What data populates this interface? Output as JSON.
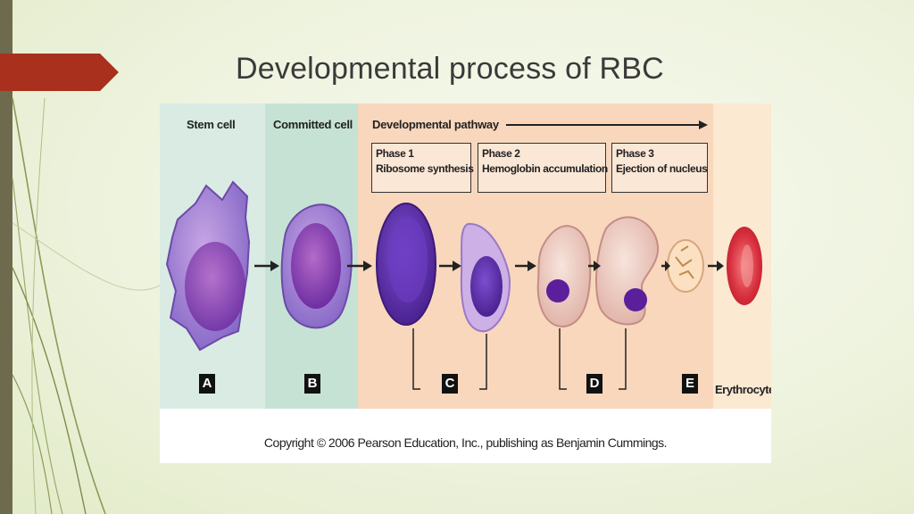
{
  "slide": {
    "title": "Developmental process of RBC"
  },
  "figure": {
    "headers": {
      "stem_cell": "Stem cell",
      "committed_cell": "Committed cell",
      "developmental_pathway": "Developmental pathway"
    },
    "phases": [
      {
        "name": "Phase 1",
        "desc": "Ribosome synthesis"
      },
      {
        "name": "Phase 2",
        "desc": "Hemoglobin accumulation"
      },
      {
        "name": "Phase 3",
        "desc": "Ejection of nucleus"
      }
    ],
    "badges": [
      "A",
      "B",
      "C",
      "D",
      "E"
    ],
    "erythrocyte_label": "Erythrocyte",
    "copyright": "Copyright © 2006 Pearson Education, Inc., publishing as Benjamin Cummings."
  },
  "colors": {
    "accent_tab": "#a8301c",
    "left_bar": "#6e6a4e",
    "stem_zone": "#d9ebe3",
    "committed_zone": "#c6e2d4",
    "developmental_zone": "#f8d7bd",
    "erythrocyte_zone": "#fbe9d2"
  }
}
